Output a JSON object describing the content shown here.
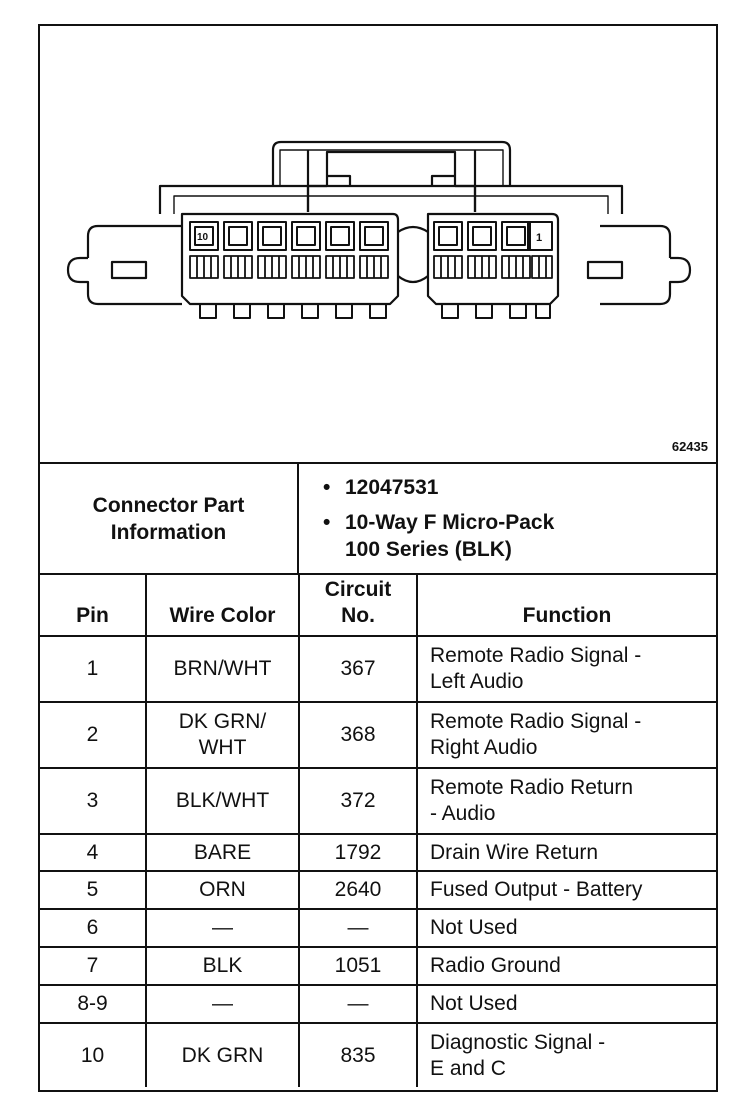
{
  "figure": {
    "number": "62435",
    "cavity_label_left": "10",
    "cavity_label_right": "1"
  },
  "connector_info": {
    "label": "Connector Part\nInformation",
    "items": [
      "12047531",
      "10-Way F Micro-Pack\n100 Series (BLK)"
    ]
  },
  "table": {
    "headers": [
      "Pin",
      "Wire Color",
      "Circuit\nNo.",
      "Function"
    ],
    "rows": [
      {
        "pin": "1",
        "wire": "BRN/WHT",
        "circuit": "367",
        "function": "Remote Radio Signal -\nLeft Audio"
      },
      {
        "pin": "2",
        "wire": "DK GRN/\nWHT",
        "circuit": "368",
        "function": "Remote Radio Signal -\nRight Audio"
      },
      {
        "pin": "3",
        "wire": "BLK/WHT",
        "circuit": "372",
        "function": "Remote Radio Return\n- Audio"
      },
      {
        "pin": "4",
        "wire": "BARE",
        "circuit": "1792",
        "function": "Drain Wire Return"
      },
      {
        "pin": "5",
        "wire": "ORN",
        "circuit": "2640",
        "function": "Fused Output - Battery"
      },
      {
        "pin": "6",
        "wire": "—",
        "circuit": "—",
        "function": "Not Used"
      },
      {
        "pin": "7",
        "wire": "BLK",
        "circuit": "1051",
        "function": "Radio Ground"
      },
      {
        "pin": "8-9",
        "wire": "—",
        "circuit": "—",
        "function": "Not Used"
      },
      {
        "pin": "10",
        "wire": "DK GRN",
        "circuit": "835",
        "function": "Diagnostic Signal -\nE and C"
      }
    ]
  }
}
